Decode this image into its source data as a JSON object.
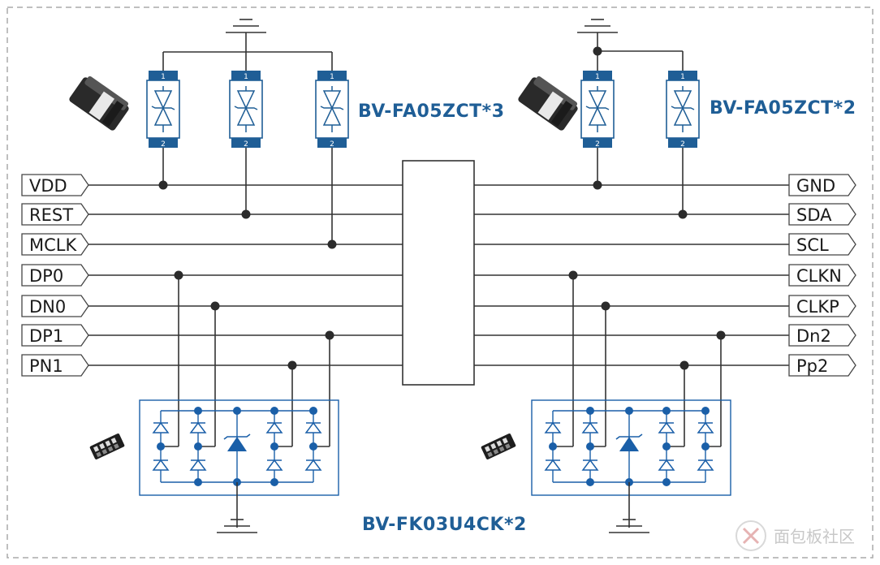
{
  "signals_left": [
    "VDD",
    "REST",
    "MCLK",
    "DP0",
    "DN0",
    "DP1",
    "PN1"
  ],
  "signals_right": [
    "GND",
    "SDA",
    "SCL",
    "CLKN",
    "CLKP",
    "Dn2",
    "Pp2"
  ],
  "parts": {
    "tvs_left": "BV-FA05ZCT*3",
    "tvs_right": "BV-FA05ZCT*2",
    "array": "BV-FK03U4CK*2"
  },
  "pin_labels": {
    "top": "1",
    "bottom": "2"
  },
  "watermark": "面包板社区",
  "colors": {
    "wire": "#333333",
    "node": "#2b2b2b",
    "blue": "#1f5e96",
    "diode": "#1a5fa8",
    "border": "#aaaaaa"
  },
  "icons": {
    "ground": "ground-symbol-icon",
    "tvs": "bidirectional-tvs-icon",
    "package_sod": "sod-package-icon",
    "package_dfn": "dfn-package-icon",
    "watermark_logo": "eeworld-logo-icon"
  }
}
